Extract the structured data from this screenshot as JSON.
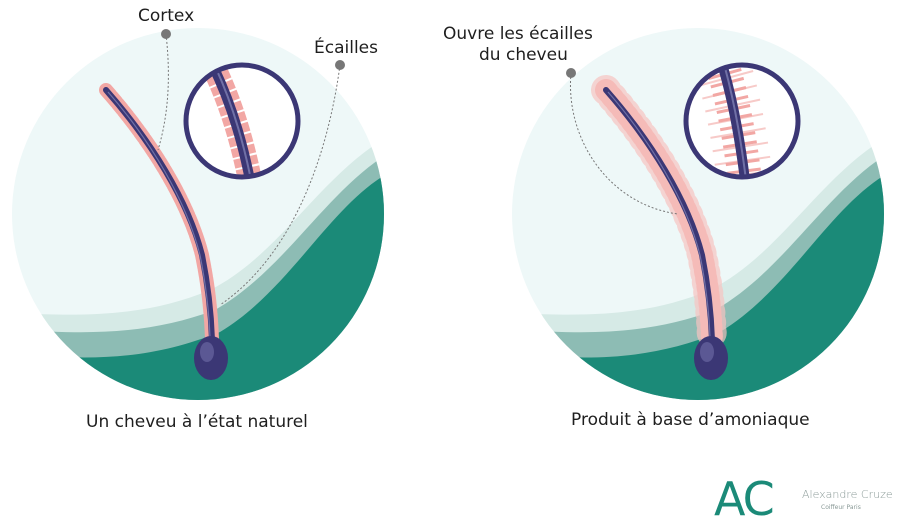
{
  "left": {
    "label_cortex": "Cortex",
    "label_scales": "Écailles",
    "caption": "Un cheveu à l’état naturel"
  },
  "right": {
    "label_open_line1": "Ouvre les écailles",
    "label_open_line2": "du cheveu",
    "caption": "Produit à base d’amoniaque"
  },
  "logo": {
    "mark": "AC",
    "name": "Alexandre Cruze",
    "tagline": "Coiffeur Paris"
  },
  "colors": {
    "sky": "#eef8f8",
    "band_light": "#d6eae6",
    "band_mid": "#8dbcb4",
    "ground": "#1b8a78",
    "hair": "#3b3775",
    "hair_light": "#7070a6",
    "scales": "#f2a7a4",
    "leader": "#777777"
  }
}
